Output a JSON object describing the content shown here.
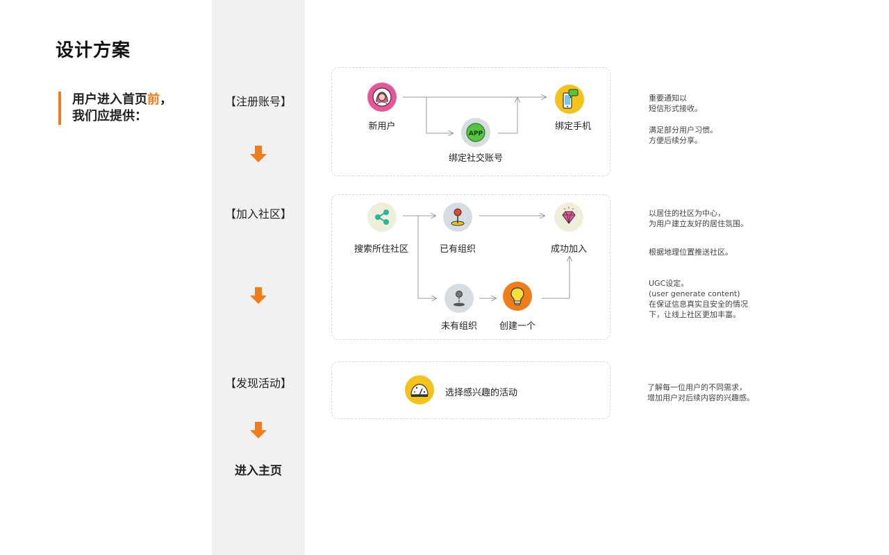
{
  "title": "设计方案",
  "intro": {
    "line1_prefix": "用户进入首页",
    "line1_highlight": "前",
    "line1_suffix": "，",
    "line2": "我们应提供："
  },
  "steps": [
    {
      "label": "【注册账号】"
    },
    {
      "label": "【加入社区】"
    },
    {
      "label": "【发现活动】"
    },
    {
      "label": "进入主页"
    }
  ],
  "flow1": {
    "new_user": "新用户",
    "bind_social": "绑定社交账号",
    "bind_phone": "绑定手机",
    "app_badge": "APP"
  },
  "flow2": {
    "search": "搜索所住社区",
    "has_org": "已有组织",
    "success": "成功加入",
    "no_org": "未有组织",
    "create": "创建一个"
  },
  "flow3": {
    "choose": "选择感兴趣的活动"
  },
  "notes": [
    "重要通知以\n短信形式接收。",
    "满足部分用户习惯。\n方便后续分享。",
    "以居住的社区为中心，\n为用户建立友好的居住氛围。",
    "根据地理位置推送社区。",
    "UGC设定。\n(user generate content)\n在保证信息真实且安全的情况\n下，让线上社区更加丰富。",
    "了解每一位用户的不同需求，\n增加用户对后续内容的兴趣感。"
  ],
  "colors": {
    "accent": "#f07d1c",
    "pink": "#e8559a",
    "yellow": "#f5c21b",
    "green": "#56c443",
    "teal": "#2bb3a2",
    "gray_circle": "#d6dde2",
    "beige_circle": "#efeeda",
    "connector": "#9a9a9a"
  },
  "icons": {
    "new_user": "female-user-icon",
    "bind_social": "app-icon",
    "bind_phone": "phone-message-icon",
    "search": "share-network-icon",
    "has_org": "map-pin-icon",
    "success": "diamond-icon",
    "no_org": "unplaced-pin-icon",
    "create": "lightbulb-icon",
    "choose": "dashboard-icon"
  }
}
